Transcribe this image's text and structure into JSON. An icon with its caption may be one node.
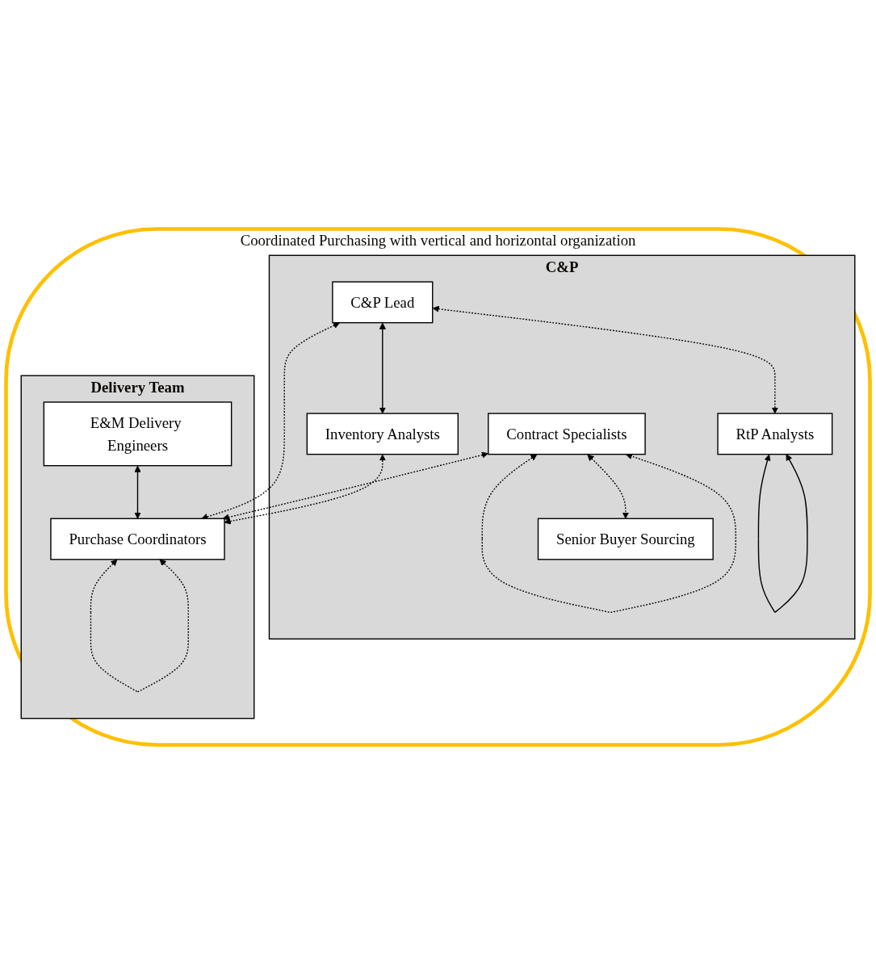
{
  "diagram": {
    "nodes": [
      {
        "text": [
          "Coordinated Purchasing with vertical and horizontal organization"
        ]
      },
      {
        "text": [
          "C&P"
        ],
        "in": 0
      },
      {
        "text": [
          "C&P Lead"
        ],
        "in": 1
      },
      {
        "text": [
          "Contract Specialists"
        ],
        "in": 1
      },
      {
        "text": [
          "Inventory Analysts"
        ],
        "in": 1
      },
      {
        "text": [
          "RtP Analysts"
        ],
        "in": 1
      },
      {
        "text": [
          "Senior Buyer Sourcing"
        ],
        "in": 1
      },
      {
        "text": [
          "Delivery Team"
        ],
        "in": 0
      },
      {
        "text": [
          "E&M Delivery Engineers"
        ],
        "in": 7
      },
      {
        "text": [
          "Purchase Coordinators"
        ],
        "in": 7
      }
    ],
    "edges": [
      {
        "from": 2,
        "to": 4,
        "arrow": "both"
      },
      {
        "from": 2,
        "to": 5,
        "arrow": "both",
        "style": "dashed"
      },
      {
        "from": 2,
        "to": 9,
        "arrow": "both",
        "style": "dashed"
      },
      {
        "from": 3,
        "to": 3,
        "arrow": "both",
        "style": "dashed"
      },
      {
        "from": 3,
        "to": 6,
        "arrow": "both",
        "style": "dashed"
      },
      {
        "from": 3,
        "to": 9,
        "arrow": "both",
        "style": "dashed"
      },
      {
        "from": 4,
        "to": 9,
        "arrow": "both",
        "style": "dashed"
      },
      {
        "from": 5,
        "to": 5,
        "arrow": "both"
      },
      {
        "from": 8,
        "to": 9,
        "arrow": "both"
      },
      {
        "from": 9,
        "to": 9,
        "arrow": "both",
        "style": "dashed"
      }
    ]
  }
}
